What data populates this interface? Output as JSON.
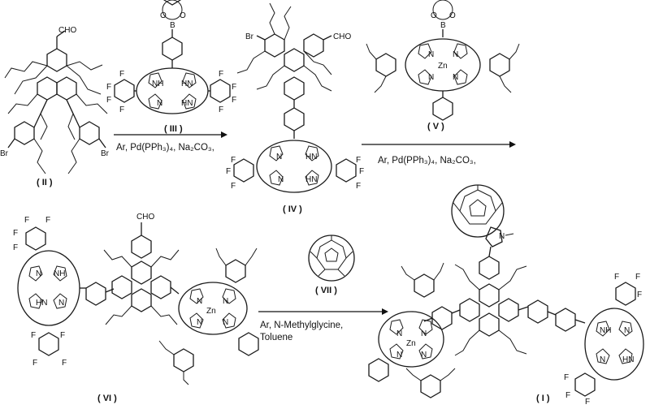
{
  "compounds": {
    "II": "( II )",
    "III": "( III )",
    "IV": "( IV )",
    "V": "( V )",
    "VI": "( VI )",
    "VII": "( VII )",
    "I": "( I )"
  },
  "conditions": {
    "step1": "Ar, Pd(PPh₃)₄, Na₂CO₃,",
    "step2": "Ar, Pd(PPh₃)₄, Na₂CO₃,",
    "step3_line1": "Ar, N-Methylglycine,",
    "step3_line2": "Toluene"
  },
  "atoms": {
    "cho": "CHO",
    "br": "Br",
    "f": "F",
    "nh": "NH",
    "hn": "HN",
    "n": "N",
    "zn": "Zn",
    "b": "B",
    "o": "O",
    "h": "H",
    "me": "—"
  }
}
